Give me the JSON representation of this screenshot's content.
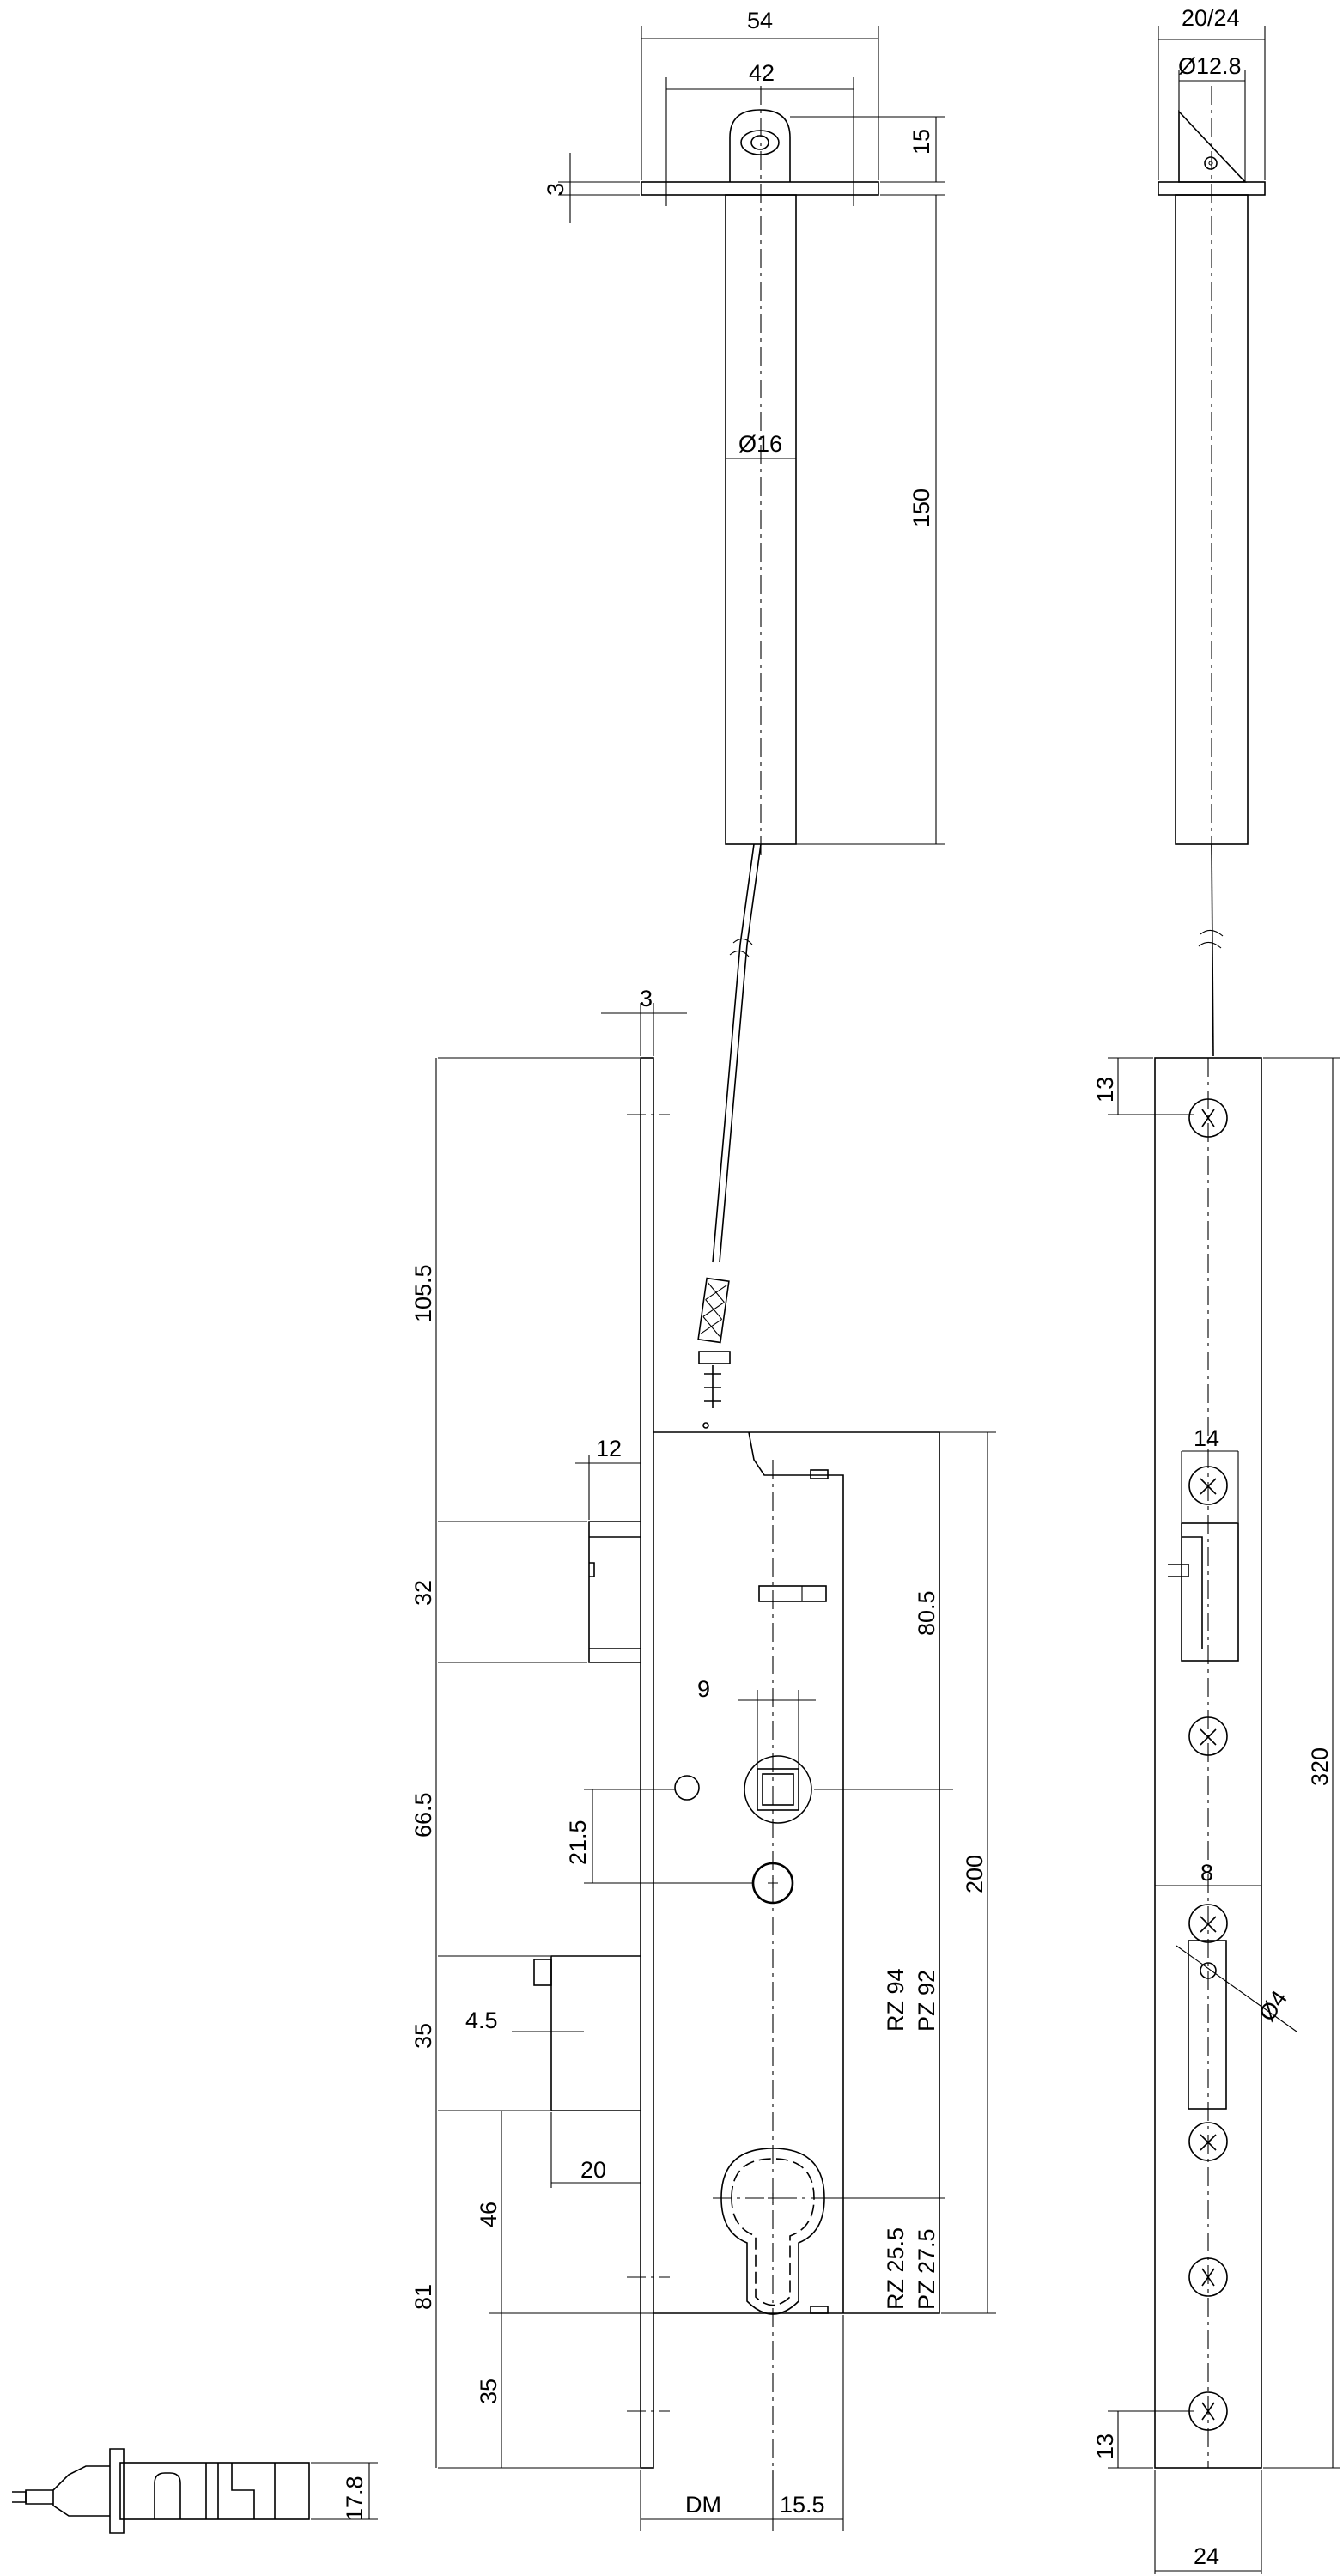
{
  "dimensions": {
    "top_width": "54",
    "top_inner_width": "42",
    "flange_thickness": "3",
    "tab_height": "15",
    "tube_length": "150",
    "tube_diameter": "Ø16",
    "side_width": "20/24",
    "side_hole": "Ø12.8",
    "faceplate_thickness": "3",
    "upper_offset": "105.5",
    "latch_projection": "12",
    "latch_height": "32",
    "mid_offset": "66.5",
    "spindle_offset": "80.5",
    "spindle_width": "9",
    "spindle_to_hole": "21.5",
    "case_height": "200",
    "bolt_height": "35",
    "bolt_step": "4.5",
    "bolt_projection": "20",
    "rz_pz_upper_1": "RZ 94",
    "rz_pz_upper_2": "PZ 92",
    "rz_pz_lower_1": "RZ 25.5",
    "rz_pz_lower_2": "PZ 27.5",
    "cyl_offset": "46",
    "lower_offset": "81",
    "bottom_offset": "35",
    "backset": "DM",
    "case_edge": "15.5",
    "faceplate_len": "320",
    "screw_top": "13",
    "screw_bottom": "13",
    "latch_slot_width": "14",
    "bolt_slot_width": "8",
    "screw_hole": "Ø4",
    "faceplate_width": "24",
    "section_height": "17.8"
  }
}
